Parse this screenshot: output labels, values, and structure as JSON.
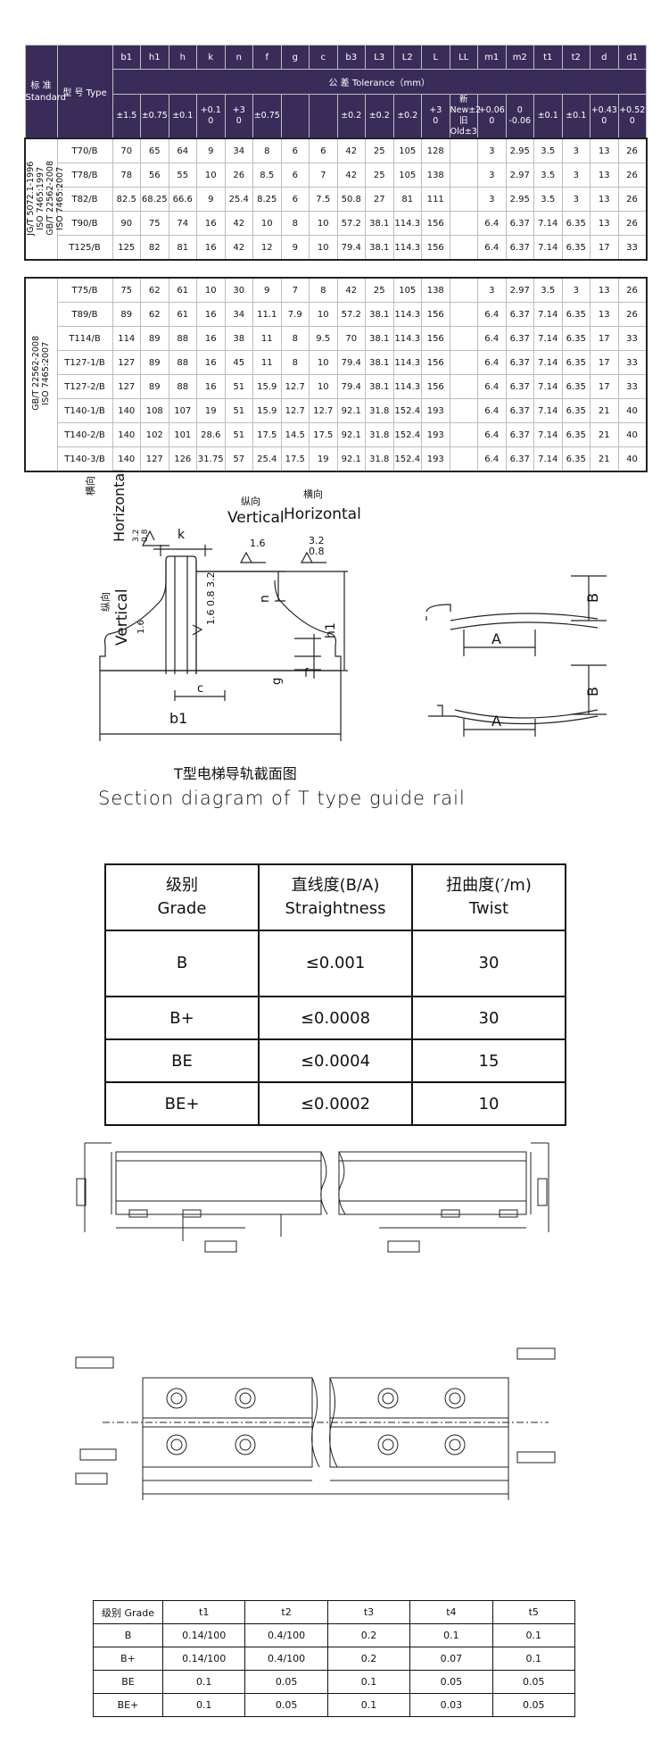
{
  "spec_table": {
    "head": {
      "standard_cn": "标 准",
      "standard_en": "Standard",
      "type": "型 号 Type",
      "tolerance_title": "公 差 Tolerance（mm）",
      "columns": [
        "b1",
        "h1",
        "h",
        "k",
        "n",
        "f",
        "g",
        "c",
        "b3",
        "L3",
        "L2",
        "L",
        "LL",
        "m1",
        "m2",
        "t1",
        "t2",
        "d",
        "d1"
      ],
      "tolerances": [
        "±1.5",
        "±0.75",
        "±0.1",
        "+0.1\n0",
        "+3\n0",
        "±0.75",
        "",
        "",
        "±0.2",
        "±0.2",
        "±0.2",
        "+3\n0",
        "新New±2\n旧Old±3",
        "+0.06\n0",
        "0\n-0.06",
        "±0.1",
        "±0.1",
        "+0.43\n0",
        "+0.52\n0"
      ]
    },
    "group1": {
      "standard": "JG/T 5072.1-1996\nISO 7465:1997\nGB/T 22562-2008\nISO 7465:2007",
      "rows": [
        [
          "T70/B",
          "70",
          "65",
          "64",
          "9",
          "34",
          "8",
          "6",
          "6",
          "42",
          "25",
          "105",
          "128",
          "",
          "3",
          "2.95",
          "3.5",
          "3",
          "13",
          "26"
        ],
        [
          "T78/B",
          "78",
          "56",
          "55",
          "10",
          "26",
          "8.5",
          "6",
          "7",
          "42",
          "25",
          "105",
          "138",
          "",
          "3",
          "2.97",
          "3.5",
          "3",
          "13",
          "26"
        ],
        [
          "T82/B",
          "82.5",
          "68.25",
          "66.6",
          "9",
          "25.4",
          "8.25",
          "6",
          "7.5",
          "50.8",
          "27",
          "81",
          "111",
          "",
          "3",
          "2.95",
          "3.5",
          "3",
          "13",
          "26"
        ],
        [
          "T90/B",
          "90",
          "75",
          "74",
          "16",
          "42",
          "10",
          "8",
          "10",
          "57.2",
          "38.1",
          "114.3",
          "156",
          "",
          "6.4",
          "6.37",
          "7.14",
          "6.35",
          "13",
          "26"
        ],
        [
          "T125/B",
          "125",
          "82",
          "81",
          "16",
          "42",
          "12",
          "9",
          "10",
          "79.4",
          "38.1",
          "114.3",
          "156",
          "",
          "6.4",
          "6.37",
          "7.14",
          "6.35",
          "17",
          "33"
        ]
      ]
    },
    "group2": {
      "standard": "GB/T 22562-2008\nISO 7465:2007",
      "rows": [
        [
          "T75/B",
          "75",
          "62",
          "61",
          "10",
          "30",
          "9",
          "7",
          "8",
          "42",
          "25",
          "105",
          "138",
          "",
          "3",
          "2.97",
          "3.5",
          "3",
          "13",
          "26"
        ],
        [
          "T89/B",
          "89",
          "62",
          "61",
          "16",
          "34",
          "11.1",
          "7.9",
          "10",
          "57.2",
          "38.1",
          "114.3",
          "156",
          "",
          "6.4",
          "6.37",
          "7.14",
          "6.35",
          "13",
          "26"
        ],
        [
          "T114/B",
          "114",
          "89",
          "88",
          "16",
          "38",
          "11",
          "8",
          "9.5",
          "70",
          "38.1",
          "114.3",
          "156",
          "",
          "6.4",
          "6.37",
          "7.14",
          "6.35",
          "17",
          "33"
        ],
        [
          "T127-1/B",
          "127",
          "89",
          "88",
          "16",
          "45",
          "11",
          "8",
          "10",
          "79.4",
          "38.1",
          "114.3",
          "156",
          "",
          "6.4",
          "6.37",
          "7.14",
          "6.35",
          "17",
          "33"
        ],
        [
          "T127-2/B",
          "127",
          "89",
          "88",
          "16",
          "51",
          "15.9",
          "12.7",
          "10",
          "79.4",
          "38.1",
          "114.3",
          "156",
          "",
          "6.4",
          "6.37",
          "7.14",
          "6.35",
          "17",
          "33"
        ],
        [
          "T140-1/B",
          "140",
          "108",
          "107",
          "19",
          "51",
          "15.9",
          "12.7",
          "12.7",
          "92.1",
          "31.8",
          "152.4",
          "193",
          "",
          "6.4",
          "6.37",
          "7.14",
          "6.35",
          "21",
          "40"
        ],
        [
          "T140-2/B",
          "140",
          "102",
          "101",
          "28.6",
          "51",
          "17.5",
          "14.5",
          "17.5",
          "92.1",
          "31.8",
          "152.4",
          "193",
          "",
          "6.4",
          "6.37",
          "7.14",
          "6.35",
          "21",
          "40"
        ],
        [
          "T140-3/B",
          "140",
          "127",
          "126",
          "31.75",
          "57",
          "25.4",
          "17.5",
          "19",
          "92.1",
          "31.8",
          "152.4",
          "193",
          "",
          "6.4",
          "6.37",
          "7.14",
          "6.35",
          "21",
          "40"
        ]
      ]
    }
  },
  "section_diagram": {
    "labels": {
      "horizontal_cn_left": "横向",
      "horizontal_left": "Horizontal",
      "roughness_left": "3.2\n0.8",
      "k": "k",
      "vertical_cn_top": "纵向",
      "vertical_top": "Vertical",
      "roughness_vertical_top": "1.6",
      "horizontal_cn_right": "横向",
      "horizontal_right": "Horizontal",
      "roughness_right": "3.2\n0.8",
      "roughness_side": "1.6 0.8 3.2",
      "n": "n",
      "h1": "h1",
      "vertical_cn_left": "纵向",
      "vertical_left": "Vertical",
      "roughness_vertical_left": "1.6",
      "g": "g",
      "f": "f",
      "c": "c",
      "b1": "b1",
      "B": "B",
      "A": "A"
    },
    "caption_cn": "T型电梯导轨截面图",
    "caption_en": "Section diagram of T type guide rail"
  },
  "grade_table": {
    "header": [
      [
        "级别",
        "Grade"
      ],
      [
        "直线度(B/A)",
        "Straightness"
      ],
      [
        "扭曲度(′/m)",
        "Twist"
      ]
    ],
    "rows": [
      [
        "B",
        "≤0.001",
        "30"
      ],
      [
        "B+",
        "≤0.0008",
        "30"
      ],
      [
        "BE",
        "≤0.0004",
        "15"
      ],
      [
        "BE+",
        "≤0.0002",
        "10"
      ]
    ]
  },
  "tolerance_table": {
    "header": [
      "级别 Grade",
      "t1",
      "t2",
      "t3",
      "t4",
      "t5"
    ],
    "rows": [
      [
        "B",
        "0.14/100",
        "0.4/100",
        "0.2",
        "0.1",
        "0.1"
      ],
      [
        "B+",
        "0.14/100",
        "0.4/100",
        "0.2",
        "0.07",
        "0.1"
      ],
      [
        "BE",
        "0.1",
        "0.05",
        "0.1",
        "0.05",
        "0.05"
      ],
      [
        "BE+",
        "0.1",
        "0.05",
        "0.1",
        "0.03",
        "0.05"
      ]
    ]
  }
}
